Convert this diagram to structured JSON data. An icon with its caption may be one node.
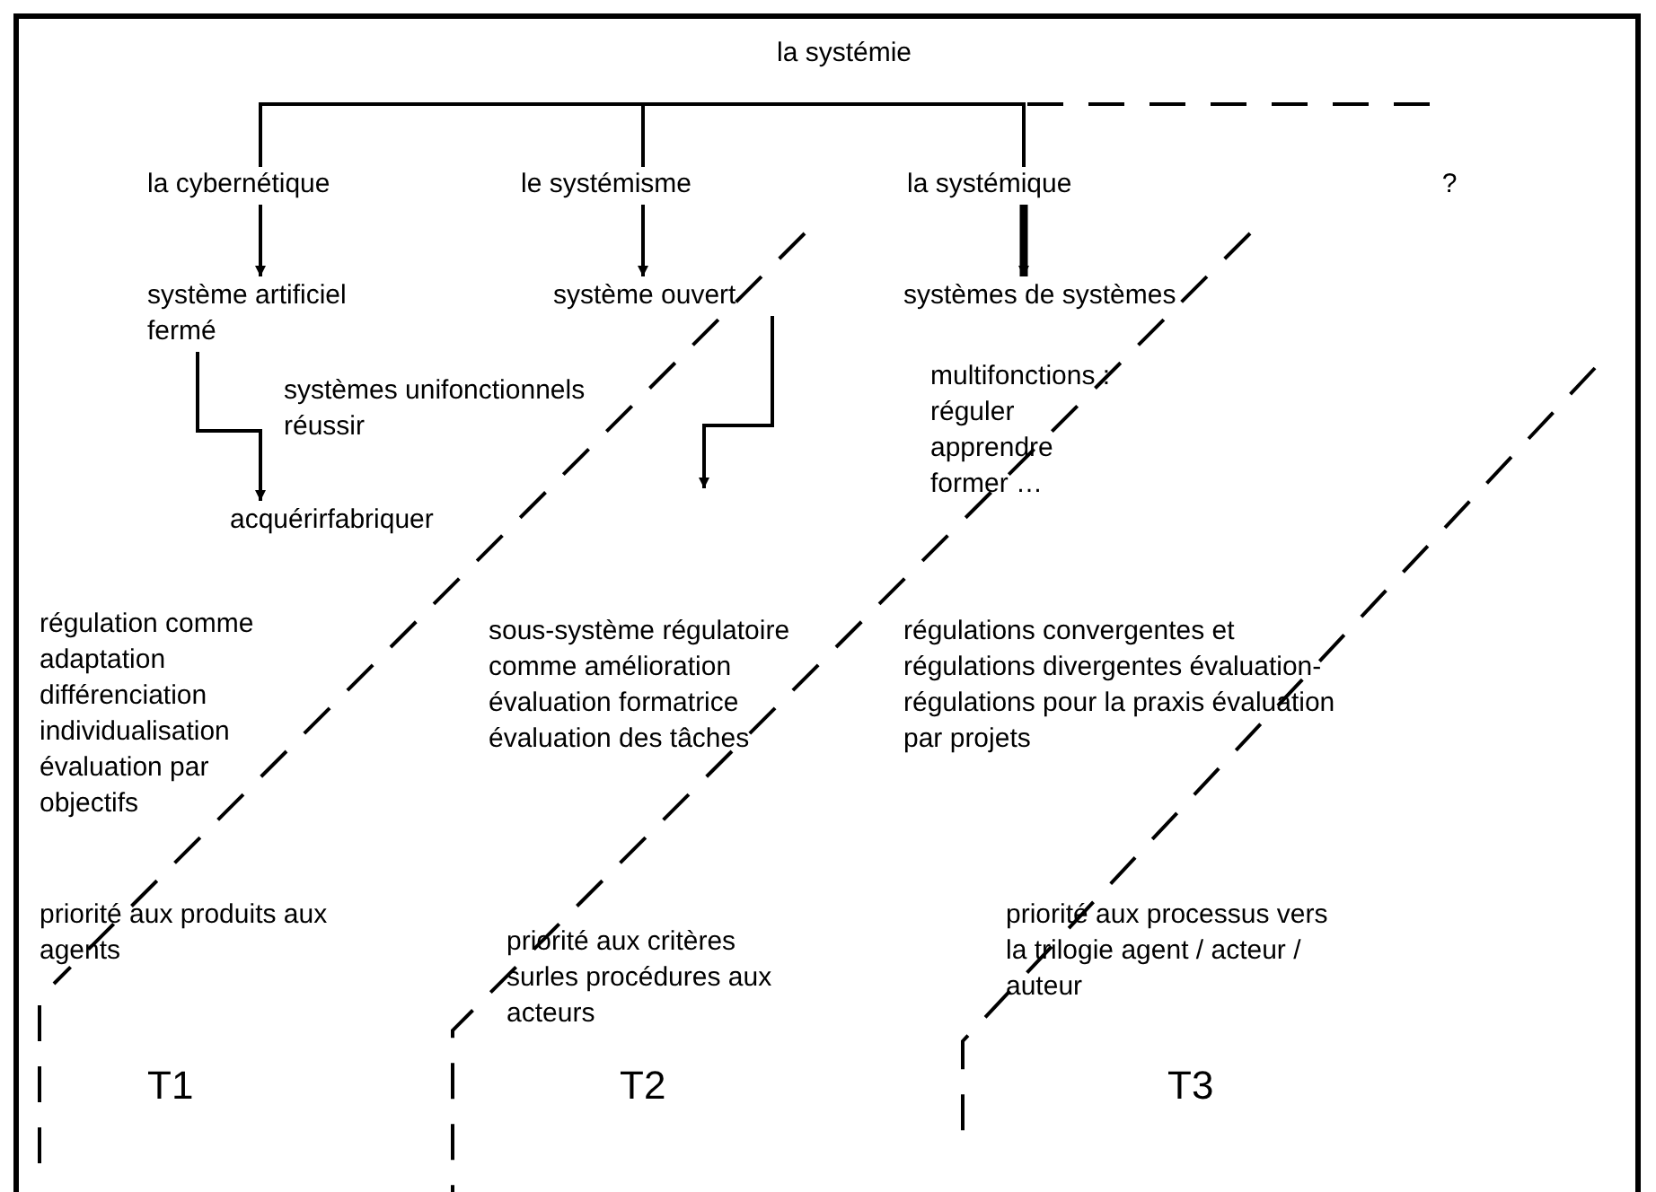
{
  "diagram": {
    "nodes": [
      {
        "text": [
          "la systémie"
        ]
      },
      {
        "text": [
          "la cybernétique"
        ]
      },
      {
        "text": [
          "le systémisme"
        ]
      },
      {
        "text": [
          "la systémique"
        ]
      },
      {
        "text": [
          "?"
        ]
      },
      {
        "text": [
          "système artificiel fermé"
        ]
      },
      {
        "text": [
          "système ouvert"
        ]
      },
      {
        "text": [
          "systèmes de systèmes"
        ]
      },
      {
        "text": [
          "acquérirfabriquer"
        ]
      }
    ],
    "edges": [
      {
        "from": 0,
        "to": 1,
        "arrow": "none"
      },
      {
        "from": 0,
        "to": 2,
        "arrow": "none"
      },
      {
        "from": 0,
        "to": 3,
        "arrow": "none"
      },
      {
        "from": 0,
        "to": 4,
        "arrow": "none",
        "style": "dashed"
      },
      {
        "from": 1,
        "to": 5,
        "arrow": "to"
      },
      {
        "from": 2,
        "to": 6,
        "arrow": "to"
      },
      {
        "from": 3,
        "to": 7,
        "arrow": "to",
        "style": "thick"
      },
      {
        "from": 5,
        "to": 8,
        "arrow": "to"
      },
      {
        "from": 6,
        "to": null,
        "arrow": "to"
      }
    ],
    "labels": [
      "systèmes unifonctionnels réussir",
      "multifonctions : réguler apprendre former …",
      "régulation comme adaptation différenciation individualisation évaluation par objectifs",
      "sous-système régulatoire comme amélioration évaluation formatrice évaluation des tâches",
      "régulations convergentes et régulations divergentes évaluation-régulations pour la praxis évaluation par projets",
      "priorité aux produits aux agents",
      "priorité aux critères surles procédures aux acteurs",
      "priorité aux processus vers la trilogie agent / acteur / auteur",
      "T1",
      "T2",
      "T3"
    ]
  }
}
